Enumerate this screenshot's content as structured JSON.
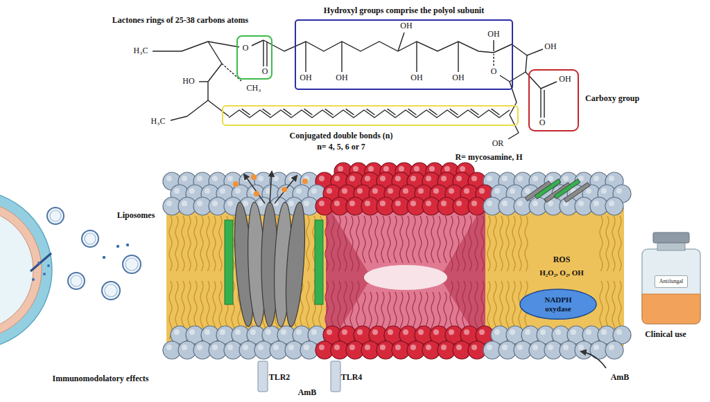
{
  "diagram": {
    "nodes": [
      {
        "text": [
          "Hydroxyl groups comprise the polyol subunit"
        ]
      },
      {
        "text": [
          "Carboxy group"
        ]
      },
      {
        "text": [
          "Conjugated double bonds (n)",
          "n= 4, 5, 6 or 7"
        ]
      },
      {
        "text": [
          "NADPH oxydase"
        ]
      },
      {
        "text": [
          "Antifungal"
        ]
      }
    ],
    "labels": [
      "Lactones rings of 25-38 carbons atoms",
      "H₃C",
      "O",
      "O",
      "HO",
      "CH₃",
      "H₃C",
      "OH",
      "OH",
      "OH",
      "OH",
      "OH",
      "OH",
      "O",
      "OH",
      "OH",
      "O",
      "OR",
      "R= mycosamine, H",
      "Liposomes",
      "ROS",
      "H₂O₂, O₂, OH",
      "Clinical use",
      "Immunomodolatory effects",
      "TLR2",
      "AmB",
      "TLR4",
      "AmB"
    ]
  }
}
